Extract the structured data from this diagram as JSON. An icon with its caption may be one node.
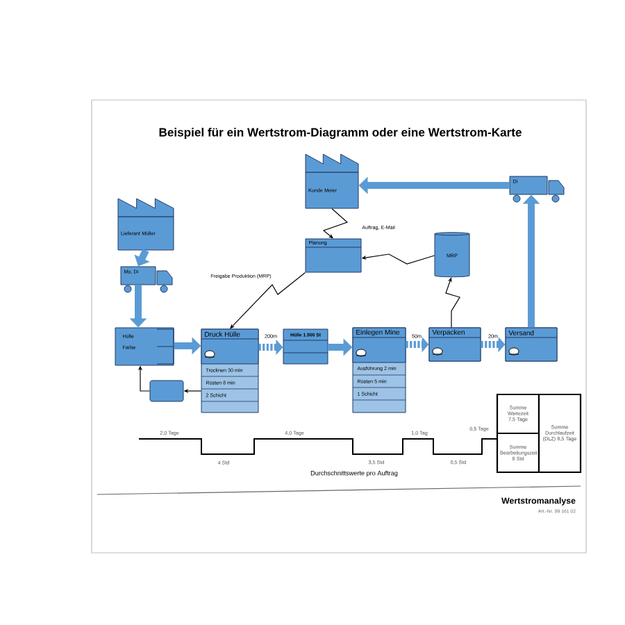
{
  "diagram": {
    "title": "Beispiel für ein Wertstrom-Diagramm oder eine Wertstrom-Karte",
    "nodes": [
      {
        "text": [
          "Lieferant Müller"
        ]
      },
      {
        "text": [
          "Mo, Di"
        ]
      },
      {
        "text": [
          "Hülle",
          "Farbe"
        ]
      },
      {
        "text": [
          "Kunde Meier"
        ]
      },
      {
        "text": [
          "Di"
        ]
      },
      {
        "text": [
          "Planung"
        ]
      },
      {
        "text": [
          "MRP"
        ]
      },
      {
        "text": [
          "Druck Hülle",
          "Trocknen 30 min",
          "Rüsten 8 min",
          "2 Schicht"
        ]
      },
      {
        "text": [
          "Hülle 1.500 St"
        ]
      },
      {
        "text": [
          "Einlegen Mine",
          "Ausführung 2 min",
          "Rüsten 5 min",
          "1 Schicht"
        ]
      },
      {
        "text": [
          "Verpacken"
        ]
      },
      {
        "text": [
          "Versand"
        ]
      },
      {
        "text": [],
        "shape": "box"
      },
      {
        "text": [
          "Summe Wartezeit 7,5 Tage"
        ]
      },
      {
        "text": [
          "Summe Bearbeitungszeit 8 Std"
        ]
      },
      {
        "text": [
          "Summe Durchlaufzeit (DLZ) 8,5 Tage"
        ]
      }
    ],
    "edges": [
      {
        "from": 0,
        "to": 1,
        "arrow": "to"
      },
      {
        "from": 1,
        "to": 2,
        "arrow": "to"
      },
      {
        "from": 2,
        "to": 7,
        "arrow": "to"
      },
      {
        "from": 7,
        "to": 8,
        "arrow": "to",
        "style": "dashed",
        "label": "200m"
      },
      {
        "from": 8,
        "to": 9,
        "arrow": "to"
      },
      {
        "from": 9,
        "to": 10,
        "arrow": "to",
        "style": "dashed",
        "label": "50m"
      },
      {
        "from": 10,
        "to": 11,
        "arrow": "to",
        "style": "dashed",
        "label": "20m"
      },
      {
        "from": 11,
        "to": 4,
        "arrow": "to"
      },
      {
        "from": 4,
        "to": 3,
        "arrow": "to"
      },
      {
        "from": 3,
        "to": 5,
        "arrow": "to",
        "label": "Auftrag, E-Mail",
        "color": "#000000"
      },
      {
        "from": 6,
        "to": 5,
        "arrow": "to",
        "color": "#000000"
      },
      {
        "from": 5,
        "to": 7,
        "arrow": "to",
        "label": "Freigabe Produktion (MRP)",
        "color": "#000000"
      },
      {
        "from": 10,
        "to": 6,
        "arrow": "to",
        "color": "#000000"
      },
      {
        "from": 7,
        "to": 12,
        "arrow": "to",
        "color": "#000000"
      },
      {
        "from": 12,
        "to": 2,
        "arrow": "to",
        "color": "#000000"
      }
    ],
    "labels": [
      "2,0 Tage",
      "4 Std",
      "4,0 Tage",
      "3,5 Std",
      "1,0 Tag",
      "0,5 Std",
      "0,5 Tage",
      "Durchschnittswerte pro Auftrag",
      "Wertstromanalyse",
      "Art.-Nr. 99 161 02"
    ]
  }
}
